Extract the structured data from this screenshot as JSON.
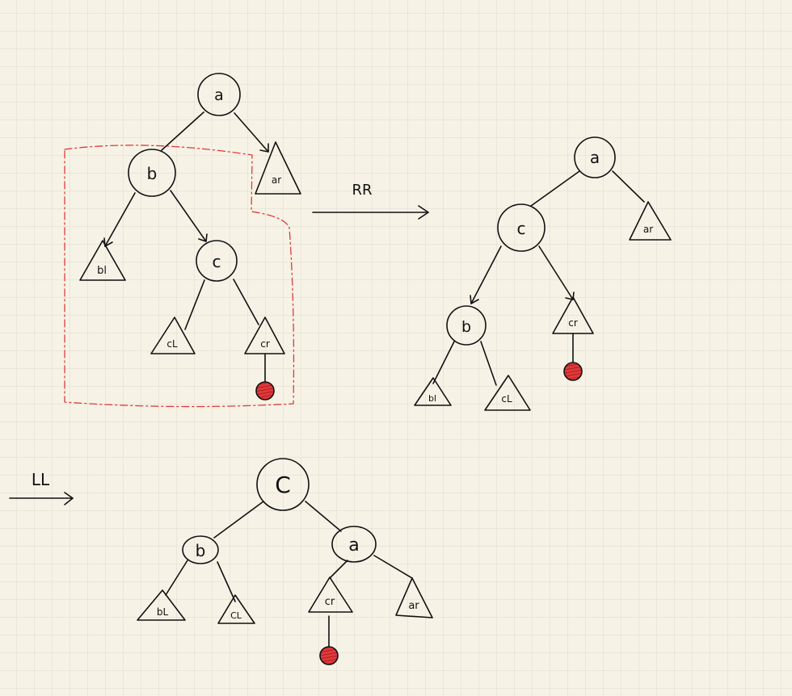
{
  "colors": {
    "paper": "#f6f3e6",
    "grid": "#dcd9cd",
    "ink": "#111111",
    "dashed_outline": "#e0393b",
    "new_node_fill": "#e0393b"
  },
  "arrows": {
    "first_rotation": "RR",
    "second_rotation": "LL"
  },
  "tree_before": {
    "root": "a",
    "left_child": "b",
    "right_subtree": "ar",
    "b_left_subtree": "bl",
    "b_right_child": "c",
    "c_left_subtree": "cL",
    "c_right_subtree": "cr"
  },
  "tree_after_rr": {
    "root": "a",
    "left_child": "c",
    "right_subtree": "ar",
    "c_left_child": "b",
    "c_right_subtree": "cr",
    "b_left_subtree": "bl",
    "b_right_subtree": "cL"
  },
  "tree_after_ll": {
    "root": "C",
    "left_child": "b",
    "right_child": "a",
    "b_left_subtree": "bL",
    "b_right_subtree": "CL",
    "a_left_subtree": "cr",
    "a_right_subtree": "ar"
  }
}
